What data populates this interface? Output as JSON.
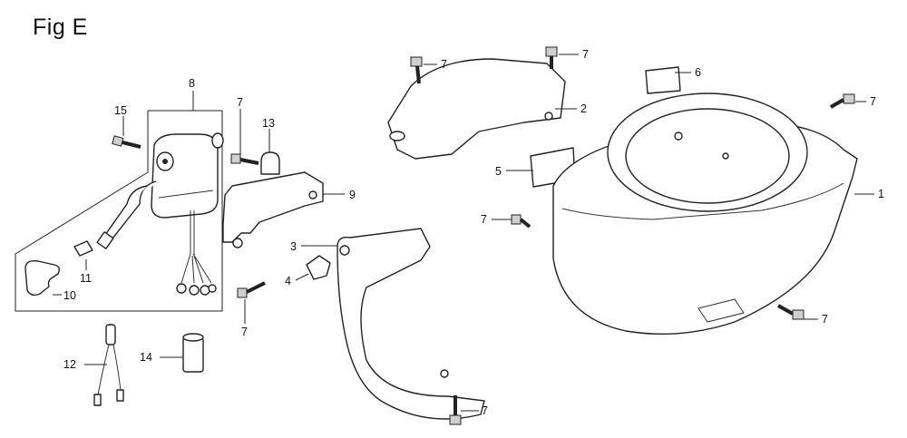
{
  "figure": {
    "title": "Fig E"
  },
  "callouts": {
    "c1": "1",
    "c2": "2",
    "c3": "3",
    "c4": "4",
    "c5": "5",
    "c6": "6",
    "c7a": "7",
    "c7b": "7",
    "c7c": "7",
    "c7d": "7",
    "c7e": "7",
    "c7f": "7",
    "c7g": "7",
    "c7h": "7",
    "c8": "8",
    "c9": "9",
    "c10": "10",
    "c11": "11",
    "c12": "12",
    "c13": "13",
    "c14": "14",
    "c15": "15"
  }
}
